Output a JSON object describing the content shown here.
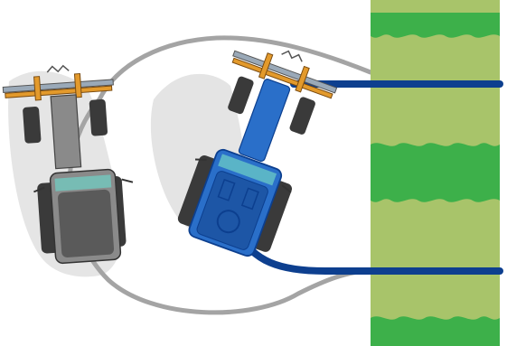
{
  "scene": {
    "description_icons": [
      "field-strip",
      "tractor-grey",
      "tractor-blue",
      "turn-path",
      "guidance-line"
    ],
    "colors": {
      "background": "#ffffff",
      "field_light": "#a8c46a",
      "field_dark": "#3db04a",
      "turn_path": "#9e9e9e",
      "guidance_line": "#0d3f8f",
      "tractor_grey": "#8a8a8a",
      "tractor_grey_dark": "#4a4a4a",
      "tractor_blue": "#2a6fc9",
      "tractor_blue_dark": "#0c3f8f",
      "implement_orange": "#e39a2c",
      "implement_steel": "#9aa9b8",
      "tire": "#3a3a3a",
      "shadow": "#dddddd"
    }
  }
}
